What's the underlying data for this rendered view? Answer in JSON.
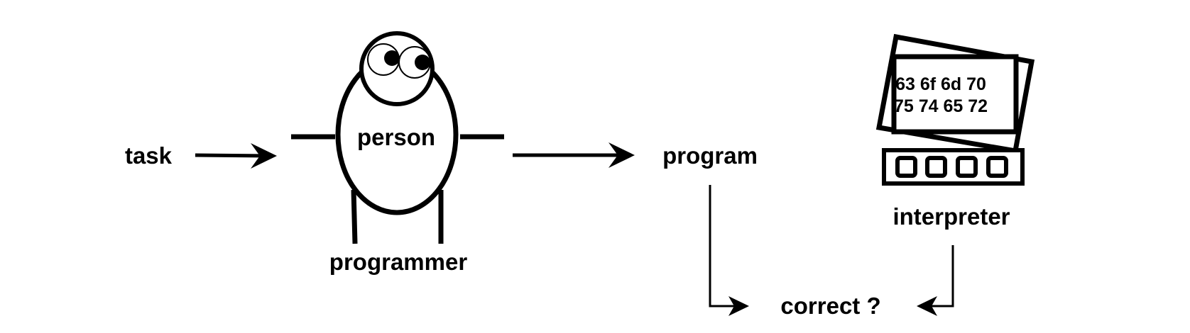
{
  "diagram": {
    "task_label": "task",
    "person_label": "person",
    "programmer_label": "programmer",
    "program_label": "program",
    "interpreter_label": "interpreter",
    "correct_label": "correct ?",
    "screen_line_1": "63 6f 6d 70",
    "screen_line_2": "75 74 65 72"
  },
  "colors": {
    "stroke": "#000000",
    "background": "#ffffff"
  }
}
